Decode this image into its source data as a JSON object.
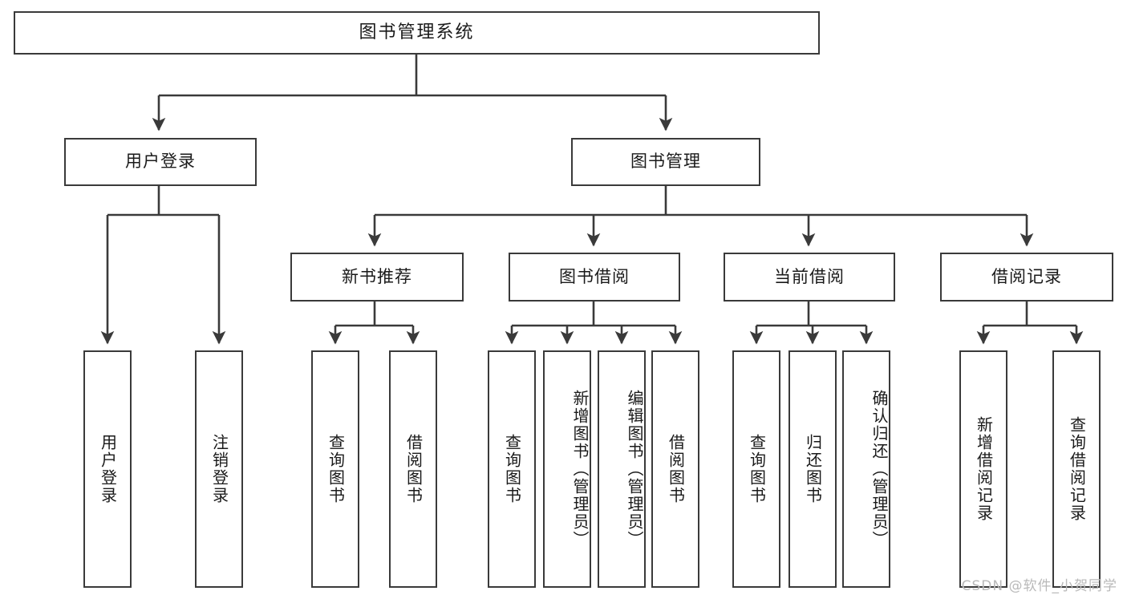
{
  "diagram": {
    "title": "图书管理系统",
    "watermark": "CSDN @软件_小贺同学",
    "line_color": "#3a3a3a",
    "box_fill": "#ffffff",
    "text_color": "#1a1a1a",
    "watermark_color": "#b9b9b9",
    "root": {
      "label": "图书管理系统"
    },
    "level2": [
      {
        "label": "用户登录"
      },
      {
        "label": "图书管理"
      }
    ],
    "level3": [
      {
        "label": "新书推荐"
      },
      {
        "label": "图书借阅"
      },
      {
        "label": "当前借阅"
      },
      {
        "label": "借阅记录"
      }
    ],
    "leaves": {
      "user_login": [
        {
          "label": "用户登录"
        },
        {
          "label": "注销登录"
        }
      ],
      "new_book_recommend": [
        {
          "label": "查询图书"
        },
        {
          "label": "借阅图书"
        }
      ],
      "book_borrow": [
        {
          "label": "查询图书"
        },
        {
          "label": "新增图书（管理员）"
        },
        {
          "label": "编辑图书（管理员）"
        },
        {
          "label": "借阅图书"
        }
      ],
      "current_borrow": [
        {
          "label": "查询图书"
        },
        {
          "label": "归还图书"
        },
        {
          "label": "确认归还（管理员）"
        }
      ],
      "borrow_record": [
        {
          "label": "新增借阅记录"
        },
        {
          "label": "查询借阅记录"
        }
      ]
    }
  }
}
